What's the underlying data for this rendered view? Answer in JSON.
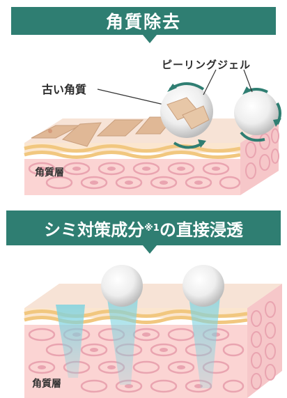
{
  "panel_top": {
    "title": "角質除去",
    "old_skin_label": "古い角質",
    "peeling_gel_label": "ピーリングジェル",
    "layer_label": "角質層"
  },
  "panel_bottom": {
    "title_main": "シミ対策成分",
    "title_note": "※1",
    "title_tail": "の直接浸透",
    "layer_label": "角質層"
  },
  "colors": {
    "banner": "#2f7e72",
    "skin_top": "#f4d6c8",
    "skin_layer": "#f7c9c5",
    "cell_ring": "#e9a4b0",
    "fat_layer": "#f1c77f",
    "flake": "#e0b896",
    "arrow": "#2f7e72",
    "penetration": "#7fd3e0"
  }
}
